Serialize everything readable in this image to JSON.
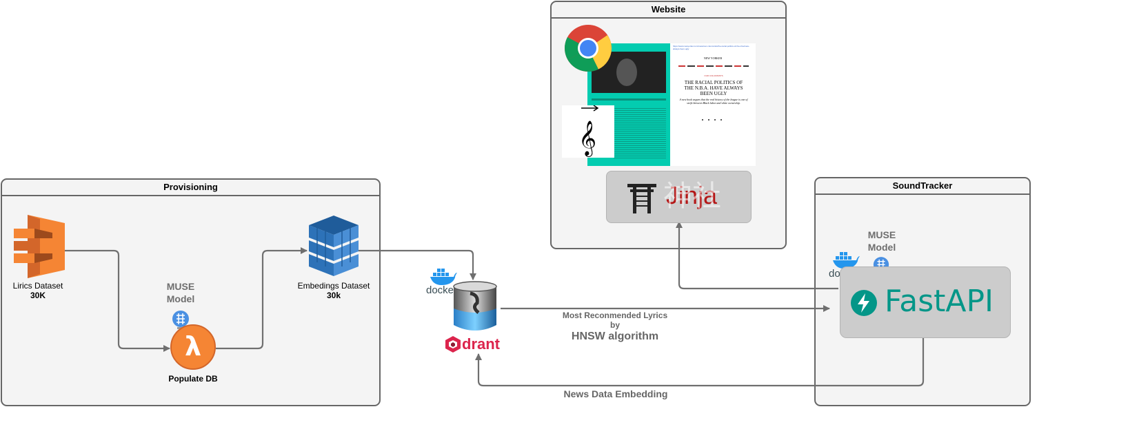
{
  "groups": {
    "provisioning": {
      "title": "Provisioning"
    },
    "website": {
      "title": "Website"
    },
    "soundtracker": {
      "title": "SoundTracker"
    }
  },
  "nodes": {
    "lyrics_dataset": {
      "name": "Lirics Dataset",
      "count": "30K"
    },
    "embeddings_dataset": {
      "name": "Embedings Dataset",
      "count": "30k"
    },
    "populate_db": {
      "label": "Populate DB"
    },
    "muse_left": {
      "line1": "MUSE",
      "line2": "Model"
    },
    "muse_right": {
      "line1": "MUSE",
      "line2": "Model"
    },
    "docker_left": {
      "text": "docke"
    },
    "docker_right": {
      "text": "docker"
    },
    "qdrant": {
      "text": "drant"
    },
    "fastapi": {
      "text": "FastAPI"
    },
    "jinja": {
      "text": "Jinja"
    },
    "lambda": {
      "glyph": "λ"
    }
  },
  "edges": {
    "recommend_top": {
      "text": "Most Reconmended Lyrics"
    },
    "recommend_by": {
      "text": "by"
    },
    "recommend_algo": {
      "text": "HNSW algorithm"
    },
    "news_embedding": {
      "text": "News Data Embedding"
    }
  },
  "article": {
    "url": "https://www.newyorker.com/news/our-columnists/the-racial-politics-of-the-nba-have-always-been-ugly",
    "masthead": "NEW YORKER",
    "category": "OUR COLUMNISTS",
    "headline": "THE RACIAL POLITICS OF THE N.B.A. HAVE ALWAYS BEEN UGLY",
    "dek": "A new book argues that the real history of the league is one of strife between Black labor and white ownership."
  },
  "colors": {
    "group_fill": "#f4f4f4",
    "group_stroke": "#666666",
    "arrow": "#6f6f6f",
    "aws_orange": "#f58534",
    "aws_blue": "#2d72b8",
    "fastapi_teal": "#049688",
    "qdrant_red": "#dc244c",
    "jinja_red": "#b41717",
    "docker_blue": "#2496ed"
  }
}
